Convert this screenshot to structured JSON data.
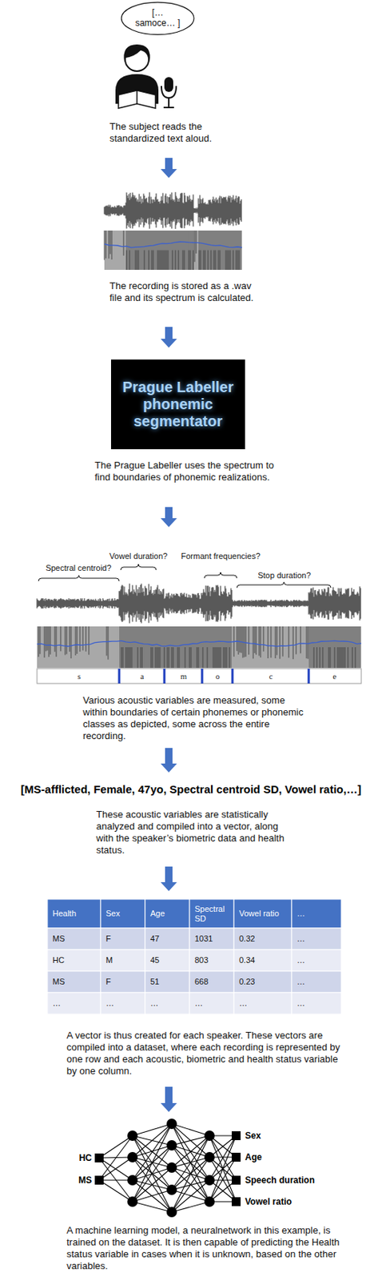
{
  "diagram": {
    "nodes": [
      {
        "text": [
          "[…samoce… ]"
        ]
      },
      {
        "text": [
          "Prague Labeller phonemic segmentator"
        ]
      }
    ],
    "labels": [
      "The subject reads the standardized text aloud.",
      "The recording is stored as a .wav file and its spectrum is calculated.",
      "The Prague Labeller uses the spectrum to find boundaries of phonemic realizations.",
      "Spectral centroid?",
      "Vowel duration?",
      "Formant frequencies?",
      "Stop duration?",
      "s",
      "a",
      "m",
      "o",
      "c",
      "e",
      "Various acoustic variables are measured, some within boundaries of certain phonemes or phonemic classes as depicted, some across the entire recording.",
      "[MS-afflicted, Female, 47yo, Spectral centroid SD, Vowel ratio,…]",
      "These acoustic variables are statistically analyzed and compiled into a vector, along with the speaker’s biometric data and health status.",
      "Health",
      "Sex",
      "Age",
      "Spectral SD",
      "Vowel ratio",
      "…",
      "MS",
      "F",
      "47",
      "1031",
      "0.32",
      "…",
      "HC",
      "M",
      "45",
      "803",
      "0.34",
      "…",
      "MS",
      "F",
      "51",
      "668",
      "0.23",
      "…",
      "…",
      "…",
      "…",
      "…",
      "…",
      "…",
      "A vector is thus created for each speaker. These vectors are compiled into a dataset, where each recording is represented by one row and each acoustic, biometric and health status variable by one column.",
      "HC",
      "MS",
      "Sex",
      "Age",
      "Speech duration",
      "Vowel ratio",
      "A machine learning model, a neuralnetwork in this example, is trained on the dataset. It is then capable of predicting the Health status variable in cases when it is unknown, based on the other variables."
    ]
  }
}
